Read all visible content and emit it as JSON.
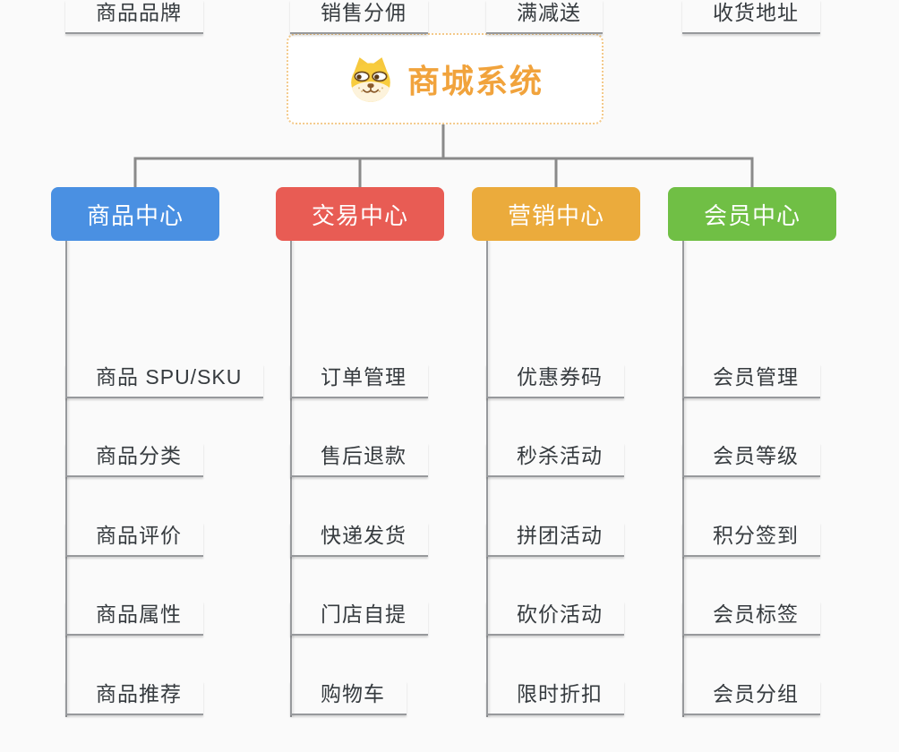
{
  "root": {
    "title": "商城系统",
    "icon": "doge-icon",
    "title_color": "#F1A33C",
    "border_color": "#F3C98A"
  },
  "connector_color": "#8A8A8A",
  "line_color": "#97999C",
  "branches": [
    {
      "label": "商品中心",
      "color": "#4A90E2",
      "items": [
        "商品 SPU/SKU",
        "商品分类",
        "商品评价",
        "商品属性",
        "商品推荐",
        "商品品牌"
      ]
    },
    {
      "label": "交易中心",
      "color": "#E85C54",
      "items": [
        "订单管理",
        "售后退款",
        "快递发货",
        "门店自提",
        "购物车",
        "销售分佣"
      ]
    },
    {
      "label": "营销中心",
      "color": "#EBAB3C",
      "items": [
        "优惠券码",
        "秒杀活动",
        "拼团活动",
        "砍价活动",
        "限时折扣",
        "满减送"
      ]
    },
    {
      "label": "会员中心",
      "color": "#70BF45",
      "items": [
        "会员管理",
        "会员等级",
        "积分签到",
        "会员标签",
        "会员分组",
        "收货地址"
      ]
    }
  ]
}
